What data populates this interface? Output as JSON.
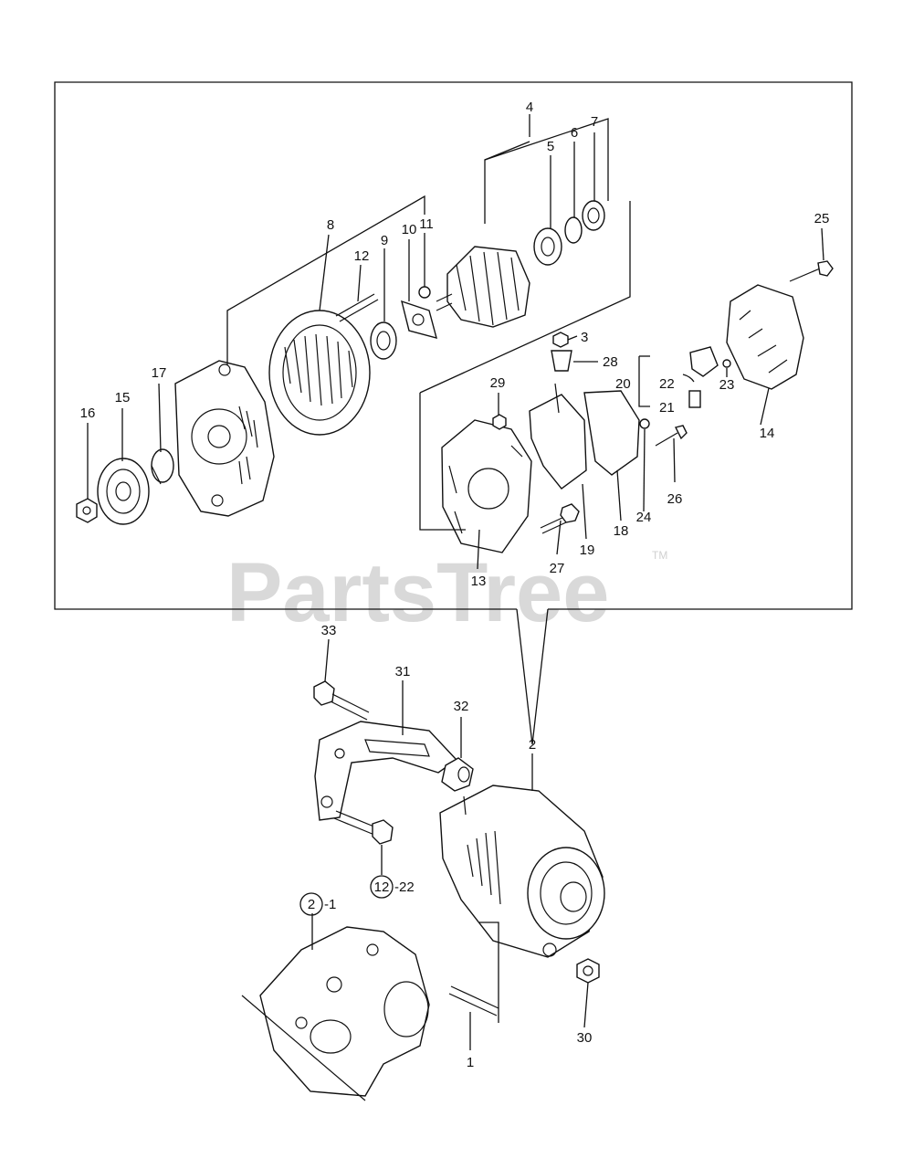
{
  "watermark": {
    "brand": "PartsTree",
    "trademark": "TM"
  },
  "callouts": {
    "c1": "1",
    "c2": "2",
    "c3": "3",
    "c4": "4",
    "c5": "5",
    "c6": "6",
    "c7": "7",
    "c8": "8",
    "c9": "9",
    "c10": "10",
    "c11": "11",
    "c12": "12",
    "c13": "13",
    "c14": "14",
    "c15": "15",
    "c16": "16",
    "c17": "17",
    "c18": "18",
    "c19": "19",
    "c20": "20",
    "c21": "21",
    "c22": "22",
    "c23": "23",
    "c24": "24",
    "c25": "25",
    "c26": "26",
    "c27": "27",
    "c28": "28",
    "c29": "29",
    "c30": "30",
    "c31": "31",
    "c32": "32",
    "c33": "33"
  },
  "references": {
    "ref_a_circle": "2",
    "ref_a_suffix": "-1",
    "ref_b_circle": "12",
    "ref_b_suffix": "-22"
  }
}
